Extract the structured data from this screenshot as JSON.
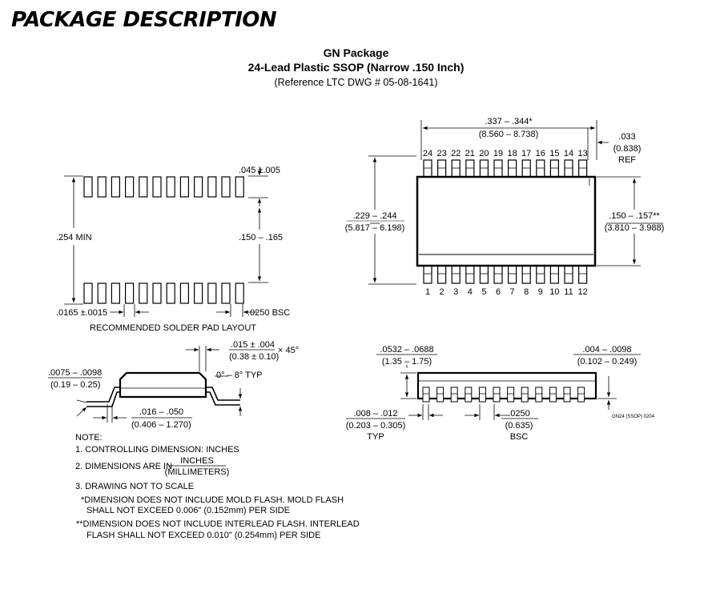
{
  "page": {
    "title": "PACKAGE DESCRIPTION",
    "package_name": "GN Package",
    "package_subtitle": "24-Lead Plastic SSOP (Narrow .150 Inch)",
    "reference": "(Reference LTC DWG # 05-08-1641)"
  },
  "solder_pad": {
    "dim_pad_width": ".045 ±.005",
    "dim_min_len": ".254 MIN",
    "dim_row_gap": ".150 – .165",
    "dim_pad_size": ".0165 ±.0015",
    "dim_pitch": ".0250 BSC",
    "caption": "RECOMMENDED SOLDER PAD LAYOUT"
  },
  "top_view": {
    "dim_length_in": ".337 – .344*",
    "dim_length_mm": "(8.560 – 8.738)",
    "dim_ref_in": ".033",
    "dim_ref_mm": "(0.838)",
    "dim_ref_label": "REF",
    "dim_width_in": ".229 – .244",
    "dim_width_mm": "(5.817 – 6.198)",
    "dim_body_in": ".150 – .157**",
    "dim_body_mm": "(3.810 – 3.988)",
    "top_pins": [
      "24",
      "23",
      "22",
      "21",
      "20",
      "19",
      "18",
      "17",
      "16",
      "15",
      "14",
      "13"
    ],
    "bottom_pins": [
      "1",
      "2",
      "3",
      "4",
      "5",
      "6",
      "7",
      "8",
      "9",
      "10",
      "11",
      "12"
    ]
  },
  "side_view_left": {
    "dim_chamfer_in": ".015 ± .004",
    "dim_chamfer_mm": "(0.38 ± 0.10)",
    "dim_chamfer_angle": "× 45°",
    "dim_thick_in": ".0075 – .0098",
    "dim_thick_mm": "(0.19 – 0.25)",
    "dim_angle": "0° – 8° TYP",
    "dim_foot_in": ".016 – .050",
    "dim_foot_mm": "(0.406 – 1.270)"
  },
  "side_view_right": {
    "dim_height_in": ".0532 – .0688",
    "dim_height_mm": "(1.35 – 1.75)",
    "dim_standoff_in": ".004 – .0098",
    "dim_standoff_mm": "(0.102 – 0.249)",
    "dim_lead_in": ".008 – .012",
    "dim_lead_mm": "(0.203 – 0.305)",
    "dim_lead_typ": "TYP",
    "dim_pitch_in": ".0250",
    "dim_pitch_mm": "(0.635)",
    "dim_pitch_bsc": "BSC",
    "drawing_code": "GN24 (SSOP) 0204"
  },
  "notes": {
    "heading": "NOTE:",
    "note1": "1. CONTROLLING DIMENSION: INCHES",
    "note2_prefix": "2. DIMENSIONS ARE IN",
    "note2_num": "INCHES",
    "note2_den": "(MILLIMETERS)",
    "note3": "3. DRAWING NOT TO SCALE",
    "star1_a": "*DIMENSION DOES NOT INCLUDE MOLD FLASH. MOLD FLASH",
    "star1_b": "SHALL NOT EXCEED 0.006\" (0.152mm) PER SIDE",
    "star2_a": "**DIMENSION DOES NOT INCLUDE INTERLEAD FLASH. INTERLEAD",
    "star2_b": "FLASH SHALL NOT EXCEED 0.010\" (0.254mm) PER SIDE"
  }
}
